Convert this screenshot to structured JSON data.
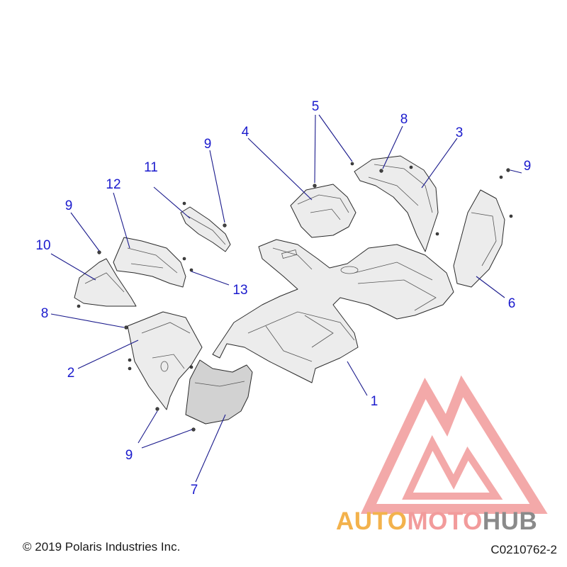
{
  "callouts": {
    "c1": "1",
    "c2": "2",
    "c3": "3",
    "c4": "4",
    "c5": "5",
    "c6": "6",
    "c7": "7",
    "c8a": "8",
    "c8b": "8",
    "c9a": "9",
    "c9b": "9",
    "c9c": "9",
    "c9d": "9",
    "c10": "10",
    "c11": "11",
    "c12": "12",
    "c13": "13"
  },
  "footer": {
    "copyright": "© 2019 Polaris Industries Inc.",
    "code": "C0210762-2"
  },
  "watermark": {
    "part1": "AUTO",
    "part2": "MOTO",
    "part3": "HUB",
    "colors": {
      "auto": "#f3b24c",
      "moto": "#f29b9b",
      "hub": "#8a8a8a",
      "logo": "#f29b9b"
    }
  }
}
